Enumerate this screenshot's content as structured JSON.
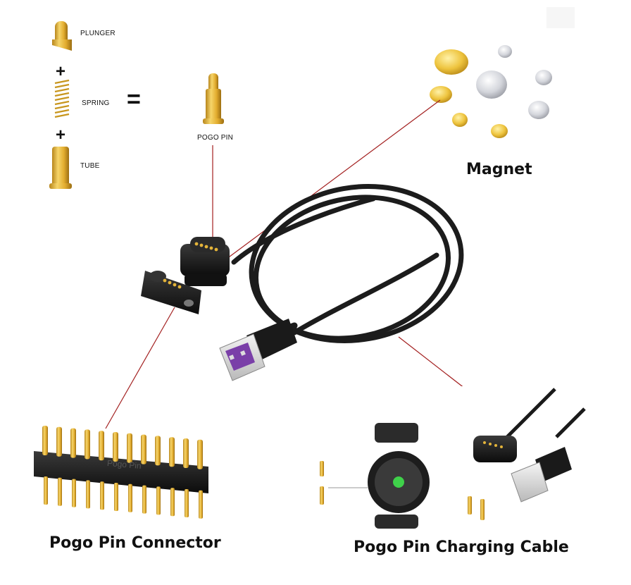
{
  "parts": {
    "plunger_label": "PLUNGER",
    "plus_1": "+",
    "spring_label": "SPRING",
    "equals": "=",
    "plus_2": "+",
    "tube_label": "TUBE",
    "pogo_pin_label": "POGO PIN"
  },
  "callouts": {
    "magnet": "Magnet",
    "connector": "Pogo Pin Connector",
    "charging_cable": "Pogo Pin Charging Cable"
  },
  "connector_print": "Pogo Pin",
  "colors": {
    "gold": "#e8b838",
    "gold_dark": "#b8861c",
    "cable": "#1a1a1a",
    "usb_purple": "#7a3fa8",
    "leader_line": "#a32020",
    "silver": "#d0d2d8"
  }
}
